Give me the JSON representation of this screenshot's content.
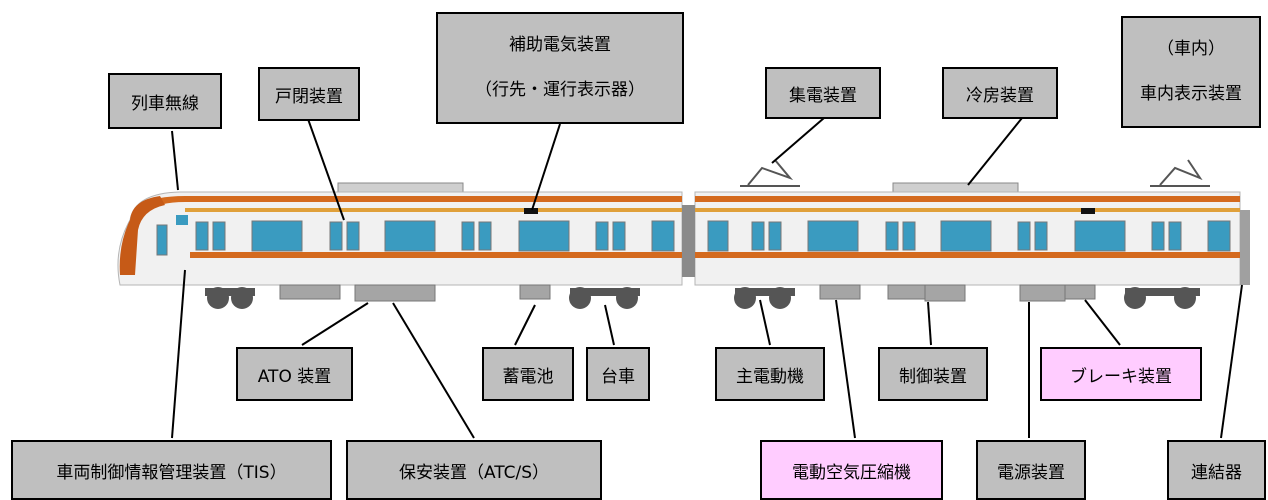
{
  "labels": {
    "train_radio": "列車無線",
    "door_device": "戸閉装置",
    "aux_line1": "補助電気装置",
    "aux_line2": "（行先・運行表示器）",
    "current_collector": "集電装置",
    "air_conditioner": "冷房装置",
    "interior_line1": "（車内）",
    "interior_line2": "車内表示装置",
    "ato_device": "ATO 装置",
    "battery": "蓄電池",
    "bogie": "台車",
    "traction_motor": "主電動機",
    "control_device": "制御装置",
    "brake_device": "ブレーキ装置",
    "tis": "車両制御情報管理装置（TIS）",
    "safety_device": "保安装置（ATC/S）",
    "air_compressor": "電動空気圧縮機",
    "power_supply": "電源装置",
    "coupler": "連結器"
  },
  "colors": {
    "label_gray": "#bfbfbf",
    "highlight_pink": "#ffccff",
    "stripe_orange": "#d46a1e",
    "window_blue": "#3a9bc0"
  }
}
